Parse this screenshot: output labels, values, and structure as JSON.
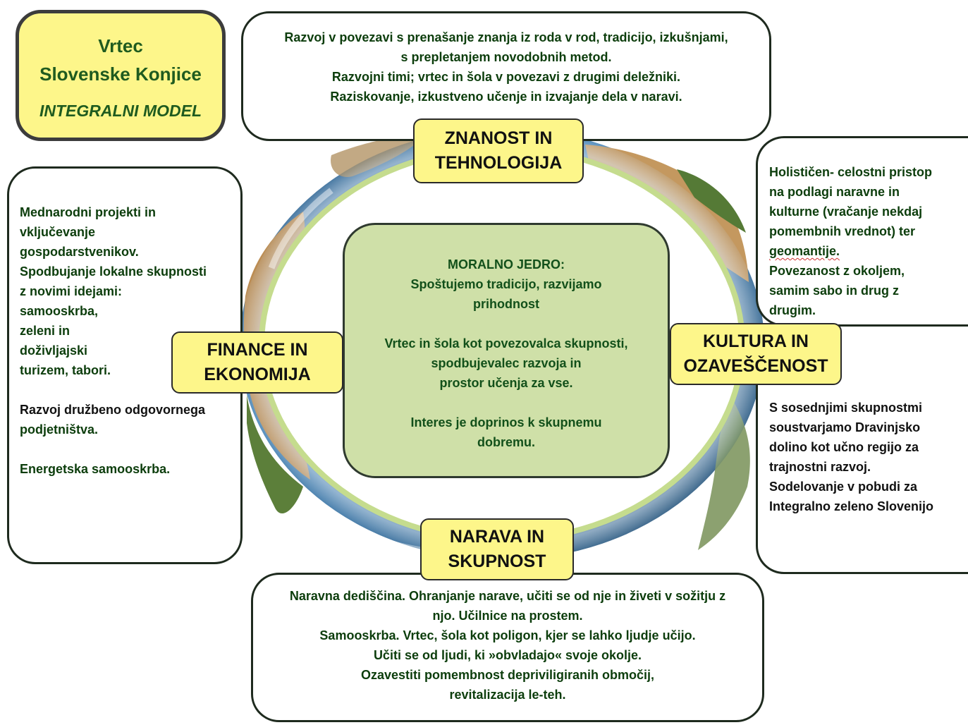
{
  "title_box": {
    "line1": "Vrtec",
    "line2": "Slovenske Konjice",
    "subtitle": "INTEGRALNI MODEL"
  },
  "topics": {
    "top": [
      "ZNANOST IN",
      "TEHNOLOGIJA"
    ],
    "left": [
      "FINANCE IN",
      "EKONOMIJA"
    ],
    "right": [
      "KULTURA IN",
      "OZAVEŠČENOST"
    ],
    "bottom": [
      "NARAVA IN",
      "SKUPNOST"
    ]
  },
  "core": {
    "lines_a": [
      "MORALNO JEDRO:",
      "Spoštujemo tradicijo, razvijamo",
      "prihodnost"
    ],
    "lines_b": [
      "Vrtec in šola kot povezovalca skupnosti,",
      "spodbujevalec razvoja in",
      "prostor učenja za vse."
    ],
    "lines_c": [
      "Interes je  doprinos  k skupnemu",
      "dobremu."
    ]
  },
  "top_box": {
    "lines": [
      "Razvoj v povezavi s prenašanje znanja iz roda v rod, tradicijo, izkušnjami,",
      "s prepletanjem novodobnih metod.",
      "Razvojni timi; vrtec in šola v povezavi z drugimi deležniki.",
      "Raziskovanje, izkustveno učenje in izvajanje dela v naravi."
    ]
  },
  "left_box": {
    "para1": [
      "Mednarodni projekti in",
      "vključevanje",
      "gospodarstvenikov.",
      "Spodbujanje lokalne skupnosti",
      "z novimi idejami:",
      "samooskrba,",
      "zeleni in",
      "doživljajski",
      "turizem, tabori."
    ],
    "para2": [
      "Razvoj družbeno odgovornega",
      "podjetništva."
    ],
    "para3": [
      "Energetska samooskrba."
    ]
  },
  "right_top_box": {
    "lines": [
      "Holističen- celostni pristop",
      "na podlagi naravne in",
      "kulturne  (vračanje nekdaj",
      "pomembnih vrednot) ter",
      "geomantije.",
      "Povezanost z okoljem,",
      "samim sabo in drug z",
      "drugim."
    ]
  },
  "right_bottom_box": {
    "lines": [
      "S sosednjimi skupnostmi",
      "soustvarjamo Dravinjsko",
      "dolino kot učno regijo za",
      "trajnostni razvoj.",
      "Sodelovanje v pobudi za",
      "Integralno zeleno Slovenijo"
    ]
  },
  "bottom_box": {
    "lines": [
      "Naravna dediščina. Ohranjanje narave, učiti se od nje in živeti v sožitju z",
      "njo. Učilnice na prostem.",
      "Samooskrba. Vrtec, šola kot poligon, kjer se lahko ljudje učijo.",
      "Učiti se od ljudi, ki »obvladajo« svoje okolje.",
      "Ozavestiti pomembnost depriviligiranih območij,",
      "revitalizacija le-teh."
    ]
  },
  "colors": {
    "yellow": "#fdf68a",
    "core_green": "#cfe0a8",
    "ring_green": "#c5dc8e",
    "text_green": "#0c3d0c",
    "ocean": "#2c6a9e"
  }
}
